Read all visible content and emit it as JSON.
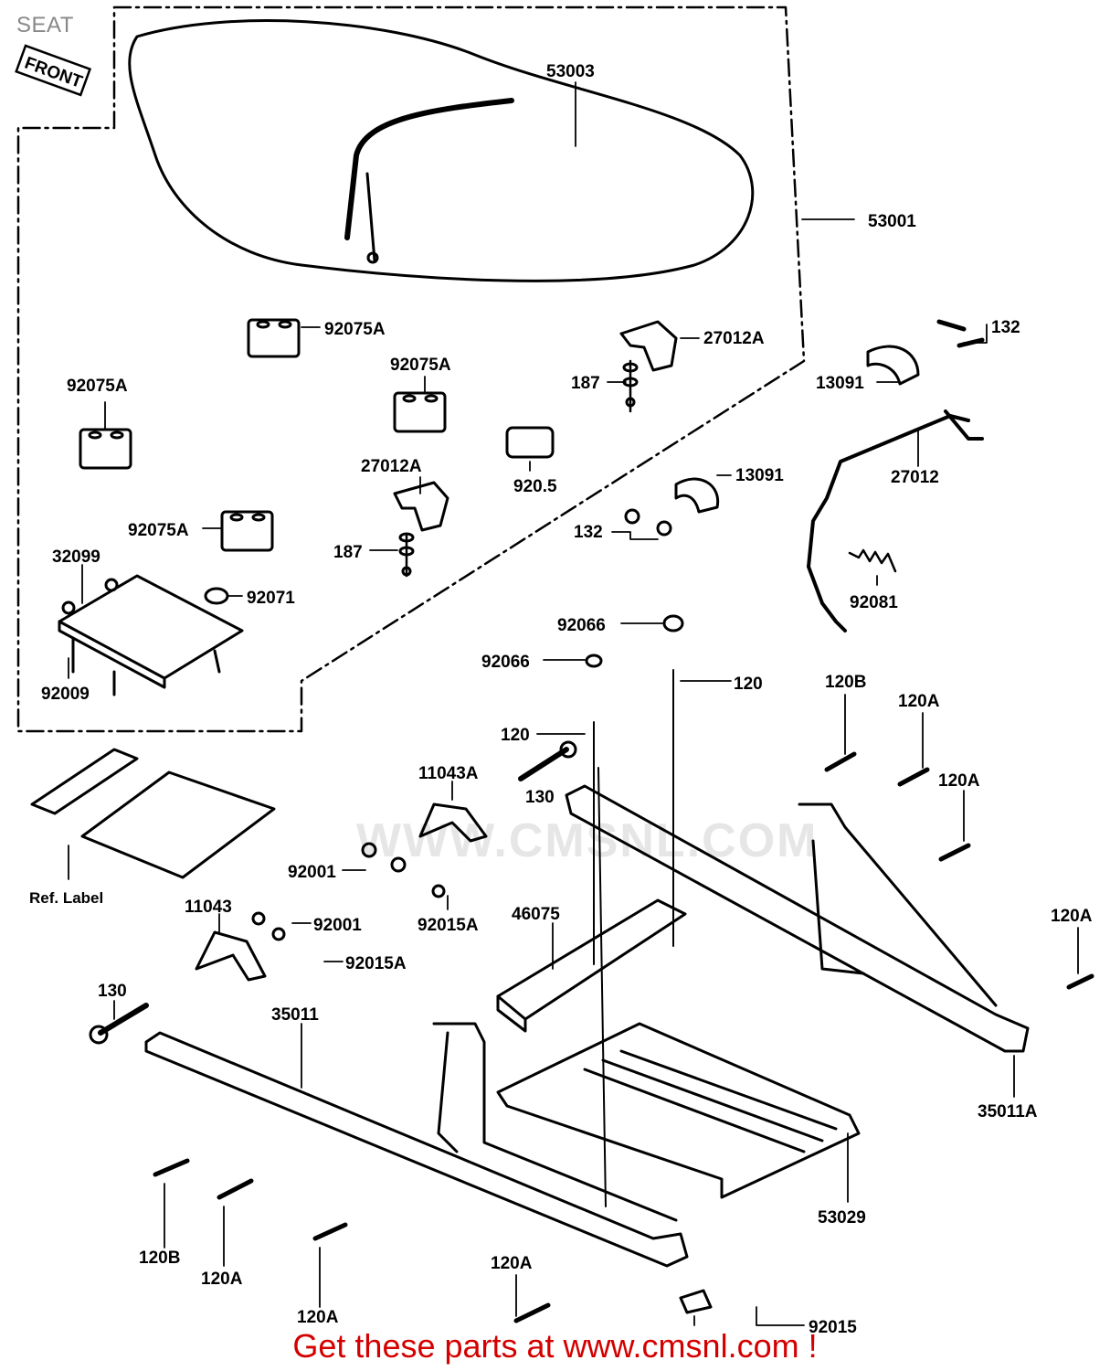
{
  "page_title": "SEAT",
  "front_badge": "FRONT",
  "ref_label": "Ref. Label",
  "watermark": "WWW.CMSNL.COM",
  "footer_cta": "Get these parts at www.cmsnl.com !",
  "colors": {
    "footer": "#d40000",
    "lines": "#000000",
    "title": "#888888"
  },
  "callouts": {
    "p53003": "53003",
    "p53001": "53001",
    "p92075A_1": "92075A",
    "p27012A_1": "27012A",
    "p132_1": "132",
    "p13091_1": "13091",
    "p187_1": "187",
    "p92075A_2": "92075A",
    "p92075A_3": "92075A",
    "p27012A_2": "27012A",
    "p920x5": "920.5",
    "p13091_2": "13091",
    "p27012": "27012",
    "p132_2": "132",
    "p92075A_4": "92075A",
    "p187_2": "187",
    "p32099": "32099",
    "p92071": "92071",
    "p92081": "92081",
    "p92066_1": "92066",
    "p92066_2": "92066",
    "p92009": "92009",
    "p120_1": "120",
    "p120B_1": "120B",
    "p120A_1": "120A",
    "p120_2": "120",
    "p11043A": "11043A",
    "p130_1": "130",
    "p120A_2": "120A",
    "p92001_1": "92001",
    "p92015A_1": "92015A",
    "p46075": "46075",
    "p11043": "11043",
    "p92001_2": "92001",
    "p92015A_2": "92015A",
    "p120A_3": "120A",
    "p130_2": "130",
    "p35011": "35011",
    "p35011A": "35011A",
    "p53029": "53029",
    "p120B_2": "120B",
    "p120A_4": "120A",
    "p120A_5": "120A",
    "p120A_6": "120A",
    "p92015": "92015"
  }
}
